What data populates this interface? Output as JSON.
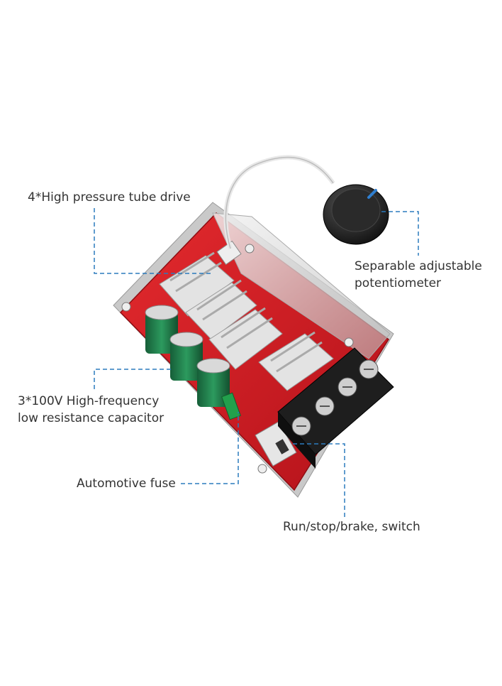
{
  "callouts": {
    "tube_drive": "4*High pressure tube drive",
    "potentiometer_line1": "Separable adjustable",
    "potentiometer_line2": "potentiometer",
    "capacitor_line1": "3*100V High-frequency",
    "capacitor_line2": "low resistance capacitor",
    "fuse": "Automotive fuse",
    "switch": "Run/stop/brake, switch"
  },
  "colors": {
    "leader_line": "#2b7bbd",
    "board": "#d01a1f",
    "heatsink": "#dcdcdc",
    "terminal_block": "#1e1e1e",
    "capacitor": "#1f7a4a",
    "background": "#ffffff"
  }
}
